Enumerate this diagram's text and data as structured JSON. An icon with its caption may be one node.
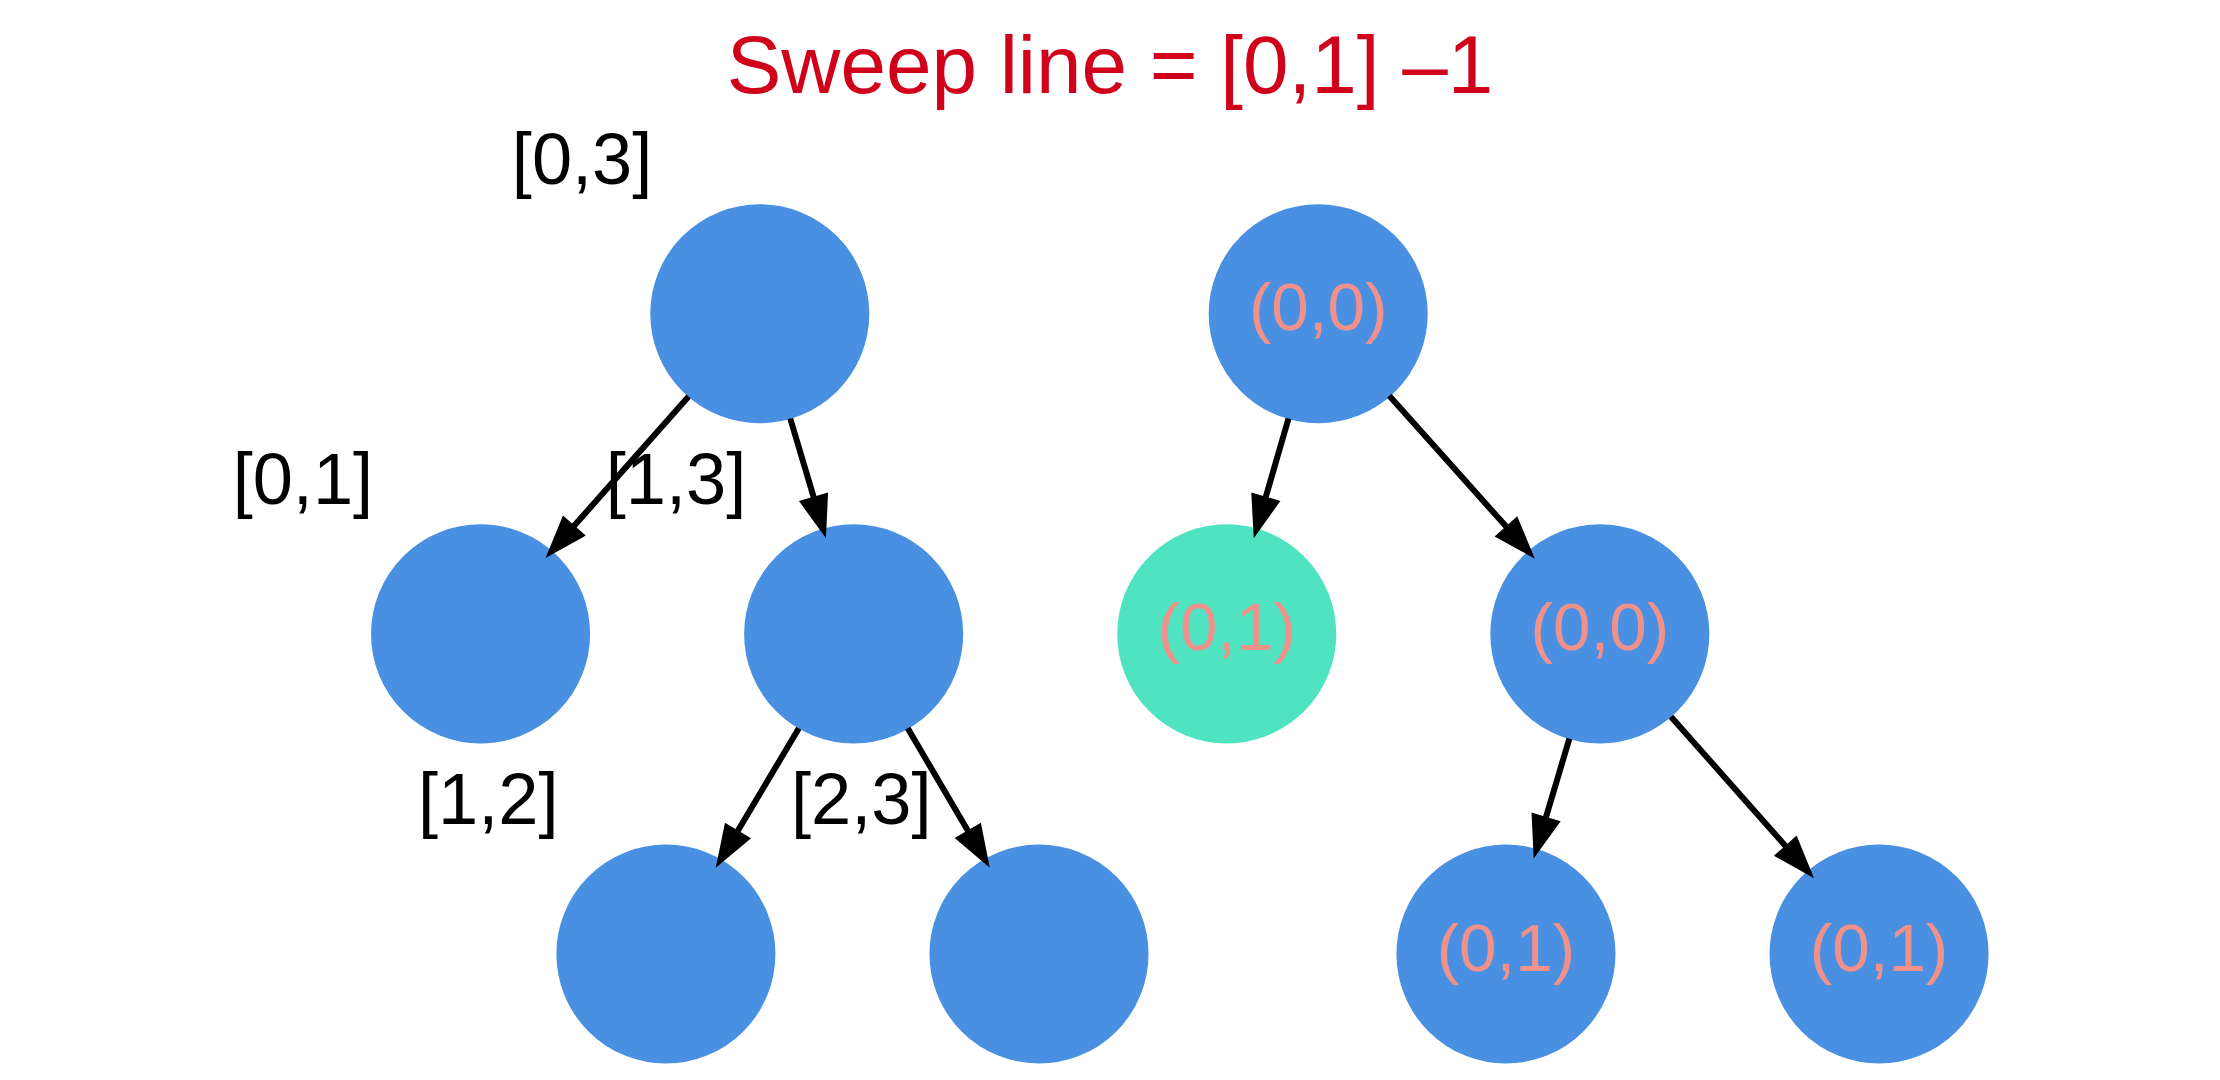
{
  "diagram": {
    "title": "Sweep line = [0,1] –1",
    "nodes": [
      {
        "text": [],
        "shape": "circle",
        "beside": [
          "[0,3]"
        ]
      },
      {
        "text": [],
        "shape": "circle",
        "beside": [
          "[0,1]"
        ]
      },
      {
        "text": [],
        "shape": "circle",
        "beside": [
          "[1,3]"
        ]
      },
      {
        "text": [],
        "shape": "circle",
        "beside": [
          "[1,2]"
        ]
      },
      {
        "text": [],
        "shape": "circle",
        "beside": [
          "[2,3]"
        ]
      },
      {
        "text": [
          "(0,0)"
        ]
      },
      {
        "text": [
          "(0,1)"
        ]
      },
      {
        "text": [
          "(0,0)"
        ]
      },
      {
        "text": [
          "(0,1)"
        ]
      },
      {
        "text": [
          "(0,1)"
        ]
      }
    ],
    "edges": [
      {
        "from": 0,
        "to": 1,
        "arrow": "to"
      },
      {
        "from": 0,
        "to": 2,
        "arrow": "to"
      },
      {
        "from": 2,
        "to": 3,
        "arrow": "to"
      },
      {
        "from": 2,
        "to": 4,
        "arrow": "to"
      },
      {
        "from": 5,
        "to": 6,
        "arrow": "to"
      },
      {
        "from": 5,
        "to": 7,
        "arrow": "to"
      },
      {
        "from": 7,
        "to": 8,
        "arrow": "to"
      },
      {
        "from": 7,
        "to": 9,
        "arrow": "to"
      }
    ]
  }
}
